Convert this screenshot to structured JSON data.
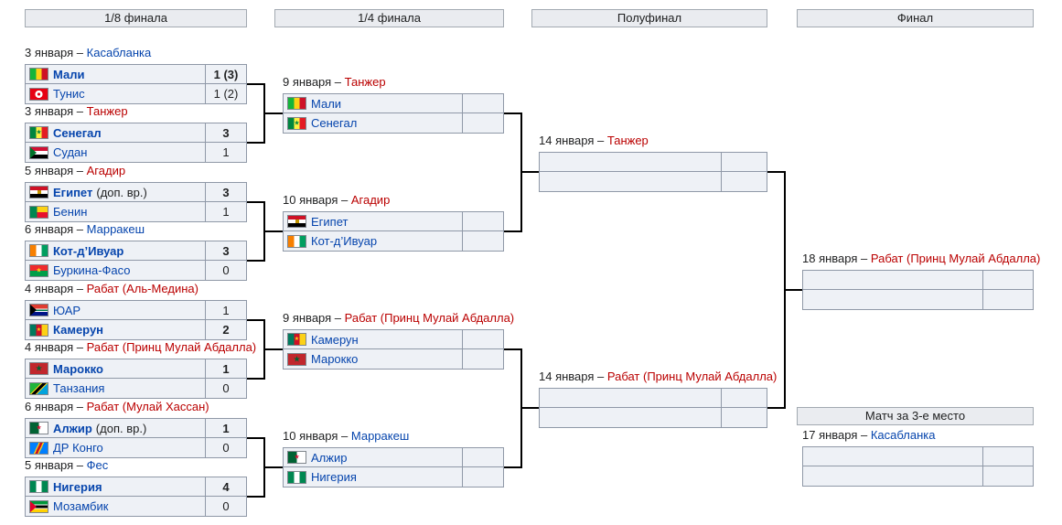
{
  "headers": {
    "r16": "1/8 финала",
    "qf": "1/4 финала",
    "sf": "Полуфинал",
    "final": "Финал",
    "third": "Матч за 3-е место"
  },
  "colors": {
    "link_blue": "#0645ad",
    "link_red": "#ba0000",
    "row_bg": "#eef1f6",
    "row_border": "#8f98a7",
    "header_bg": "#eaecf0",
    "header_border": "#a2a9b1",
    "connector": "#000000"
  },
  "r16": [
    {
      "when": "3 января – ",
      "venue": "Касабланка",
      "venue_link": "blue",
      "t1": {
        "flag": "ml",
        "name": "Мали",
        "score": "1 (3)",
        "winner": true
      },
      "t2": {
        "flag": "tn",
        "name": "Тунис",
        "score": "1 (2)",
        "winner": false
      }
    },
    {
      "when": "3 января – ",
      "venue": "Танжер",
      "venue_link": "red",
      "t1": {
        "flag": "sn",
        "name": "Сенегал",
        "score": "3",
        "winner": true
      },
      "t2": {
        "flag": "sd",
        "name": "Судан",
        "score": "1",
        "winner": false
      }
    },
    {
      "when": "5 января – ",
      "venue": "Агадир",
      "venue_link": "red",
      "t1": {
        "flag": "eg",
        "name": "Египет",
        "note": "(доп. вр.)",
        "score": "3",
        "winner": true
      },
      "t2": {
        "flag": "bj",
        "name": "Бенин",
        "score": "1",
        "winner": false
      }
    },
    {
      "when": "6 января – ",
      "venue": "Марракеш",
      "venue_link": "blue",
      "t1": {
        "flag": "ci",
        "name": "Кот-д’Ивуар",
        "score": "3",
        "winner": true
      },
      "t2": {
        "flag": "bf",
        "name": "Буркина-Фасо",
        "score": "0",
        "winner": false
      }
    },
    {
      "when": "4 января – ",
      "venue": "Рабат (Аль-Медина)",
      "venue_link": "red",
      "t1": {
        "flag": "za",
        "name": "ЮАР",
        "score": "1",
        "winner": false
      },
      "t2": {
        "flag": "cm",
        "name": "Камерун",
        "score": "2",
        "winner": true
      }
    },
    {
      "when": "4 января – ",
      "venue": "Рабат (Принц Мулай Абдалла)",
      "venue_link": "red",
      "t1": {
        "flag": "ma",
        "name": "Марокко",
        "score": "1",
        "winner": true
      },
      "t2": {
        "flag": "tz",
        "name": "Танзания",
        "score": "0",
        "winner": false
      }
    },
    {
      "when": "6 января – ",
      "venue": "Рабат (Мулай Хассан)",
      "venue_link": "red",
      "t1": {
        "flag": "dz",
        "name": "Алжир",
        "note": "(доп. вр.)",
        "score": "1",
        "winner": true
      },
      "t2": {
        "flag": "cd",
        "name": "ДР Конго",
        "score": "0",
        "winner": false
      }
    },
    {
      "when": "5 января – ",
      "venue": "Фес",
      "venue_link": "blue",
      "t1": {
        "flag": "ng",
        "name": "Нигерия",
        "score": "4",
        "winner": true
      },
      "t2": {
        "flag": "mz",
        "name": "Мозамбик",
        "score": "0",
        "winner": false
      }
    }
  ],
  "qf": [
    {
      "when": "9 января – ",
      "venue": "Танжер",
      "venue_link": "red",
      "t1": {
        "flag": "ml",
        "name": "Мали"
      },
      "t2": {
        "flag": "sn",
        "name": "Сенегал"
      }
    },
    {
      "when": "10 января – ",
      "venue": "Агадир",
      "venue_link": "red",
      "t1": {
        "flag": "eg",
        "name": "Египет"
      },
      "t2": {
        "flag": "ci",
        "name": "Кот-д’Ивуар"
      }
    },
    {
      "when": "9 января – ",
      "venue": "Рабат (Принц Мулай Абдалла)",
      "venue_link": "red",
      "t1": {
        "flag": "cm",
        "name": "Камерун"
      },
      "t2": {
        "flag": "ma",
        "name": "Марокко"
      }
    },
    {
      "when": "10 января – ",
      "venue": "Марракеш",
      "venue_link": "blue",
      "t1": {
        "flag": "dz",
        "name": "Алжир"
      },
      "t2": {
        "flag": "ng",
        "name": "Нигерия"
      }
    }
  ],
  "sf": [
    {
      "when": "14 января – ",
      "venue": "Танжер",
      "venue_link": "red"
    },
    {
      "when": "14 января – ",
      "venue": "Рабат (Принц Мулай Абдалла)",
      "venue_link": "red"
    }
  ],
  "final": {
    "when": "18 января – ",
    "venue": "Рабат (Принц Мулай Абдалла)",
    "venue_link": "red"
  },
  "third": {
    "when": "17 января – ",
    "venue": "Касабланка",
    "venue_link": "blue"
  }
}
